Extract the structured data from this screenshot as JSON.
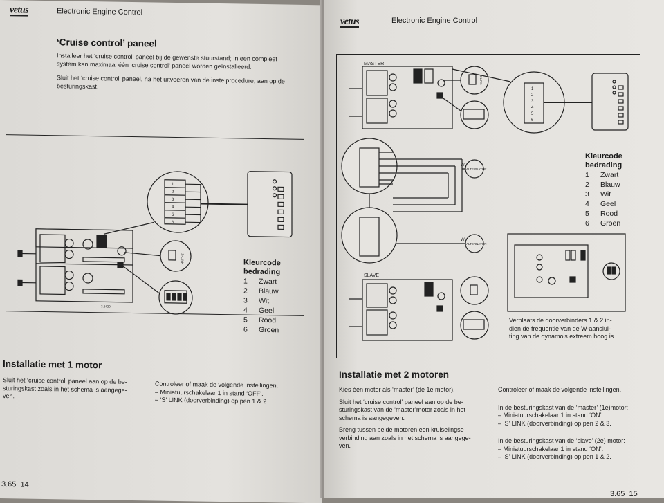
{
  "left_page": {
    "logo": "vetus",
    "header": "Electronic Engine Control",
    "heading": "‘Cruise control’ paneel",
    "para1_lines": [
      "Installeer het ‘cruise control’ paneel bij de gewenste stuurstand; in een compleet",
      "system kan maximaal één ‘cruise control’ paneel worden geïnstalleerd."
    ],
    "para2_lines": [
      "Sluit het ‘cruise control’ paneel, na het uitvoeren van de instelprocedure, aan op de",
      "besturingskast."
    ],
    "diagram": {
      "terminal_numbers": [
        "1",
        "2",
        "3",
        "4",
        "5",
        "6"
      ],
      "switch_label": "S-LINK",
      "fig_code": "3.2420",
      "legend_title_lines": [
        "Kleurcode",
        "bedrading"
      ],
      "legend": [
        {
          "n": "1",
          "color": "Zwart"
        },
        {
          "n": "2",
          "color": "Blauw"
        },
        {
          "n": "3",
          "color": "Wit"
        },
        {
          "n": "4",
          "color": "Geel"
        },
        {
          "n": "5",
          "color": "Rood"
        },
        {
          "n": "6",
          "color": "Groen"
        }
      ]
    },
    "section_title": "Installatie met 1 motor",
    "col1_lines": [
      "Sluit het ‘cruise control’ paneel aan op de be-",
      "sturingskast zoals in het schema is aangege-",
      "ven."
    ],
    "col2_lines": [
      "Controleer of maak de volgende instellingen.",
      "– Miniatuurschakelaar 1 in stand ‘OFF’.",
      "– ‘S’ LINK (doorverbinding) op pen 1 & 2."
    ],
    "page_number_prefix": "3.65",
    "page_number": "14"
  },
  "right_page": {
    "logo": "vetus",
    "header": "Electronic Engine Control",
    "diagram": {
      "master_label": "MASTER",
      "slave_label": "SLAVE",
      "alternator_label": "ALTERNATOR",
      "w_label": "W",
      "terminal_numbers": [
        "1",
        "2",
        "3",
        "4",
        "5",
        "6"
      ],
      "switch_label": "S-LINK",
      "legend_title_lines": [
        "Kleurcode",
        "bedrading"
      ],
      "legend": [
        {
          "n": "1",
          "color": "Zwart"
        },
        {
          "n": "2",
          "color": "Blauw"
        },
        {
          "n": "3",
          "color": "Wit"
        },
        {
          "n": "4",
          "color": "Geel"
        },
        {
          "n": "5",
          "color": "Rood"
        },
        {
          "n": "6",
          "color": "Groen"
        }
      ],
      "note_lines": [
        "Verplaats de doorverbinders 1 & 2 in-",
        "dien de frequentie van de W-aanslui-",
        "ting van de dynamo's extreem hoog is."
      ]
    },
    "section_title": "Installatie met 2 motoren",
    "col1_lines": [
      "Kies één motor als ‘master’ (de 1e motor).",
      "",
      "Sluit het ‘cruise control’ paneel aan op de be-",
      "sturingskast van de ‘master’motor zoals in het",
      "schema is aangegeven.",
      "",
      "Breng tussen beide motoren een kruiselingse",
      "verbinding aan zoals in het schema is aangege-",
      "ven."
    ],
    "col2_lines": [
      "Controleer of maak de volgende instellingen.",
      "",
      "In de besturingskast van de ‘master’ (1e)motor:",
      "– Miniatuurschakelaar 1 in stand ‘ON’.",
      "– ‘S’ LINK (doorverbinding) op pen 2 & 3.",
      "",
      "In de besturingskast van de ‘slave’ (2e) motor:",
      "– Miniatuurschakelaar 1 in stand ‘ON’.",
      "– ‘S’ LINK (doorverbinding) op pen 1 & 2."
    ],
    "page_number_prefix": "3.65",
    "page_number": "15"
  }
}
